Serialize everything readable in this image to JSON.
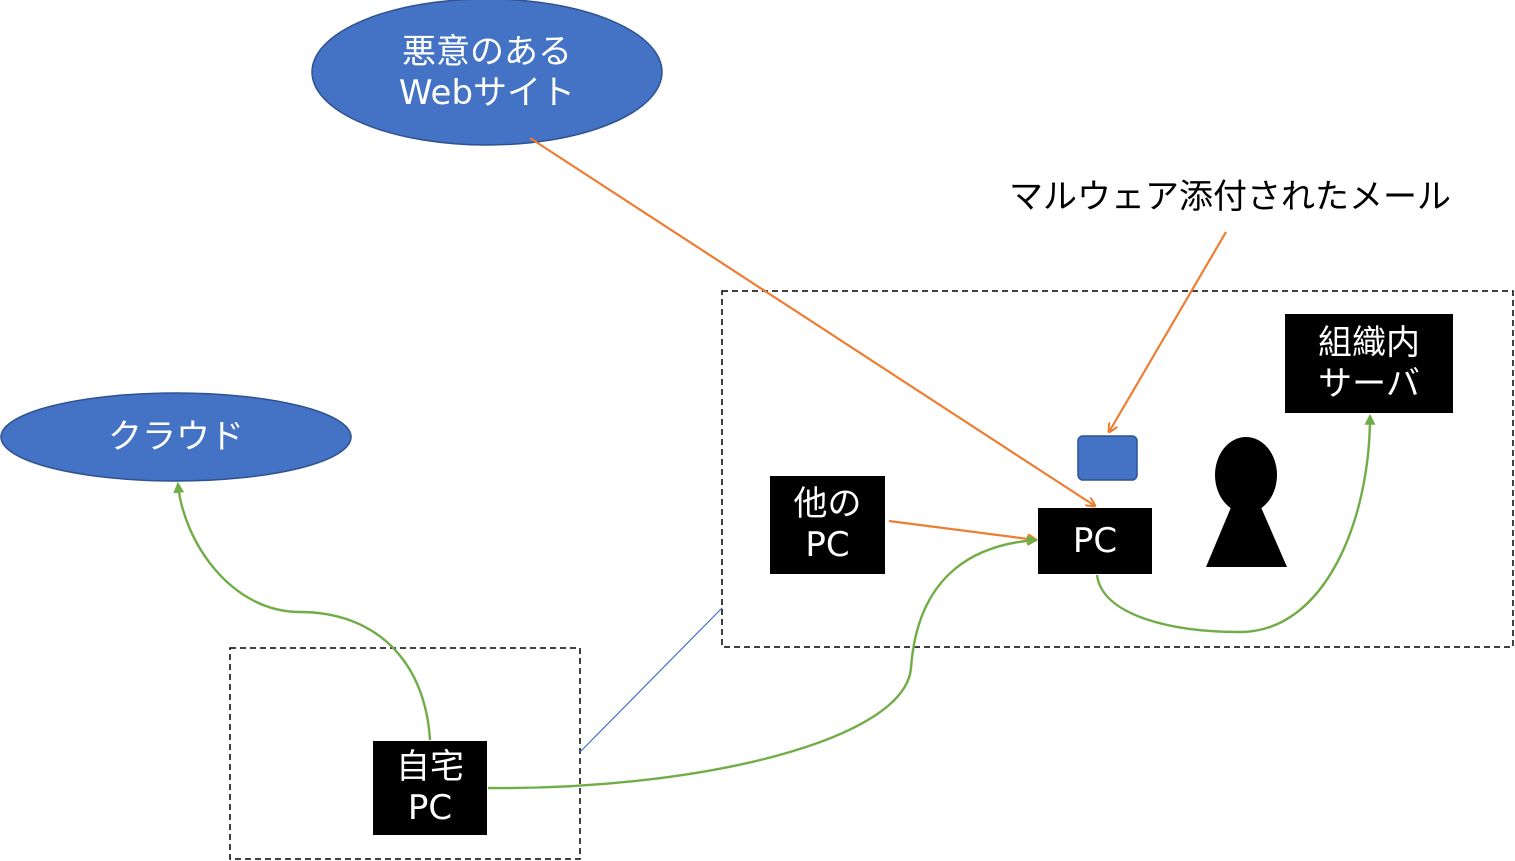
{
  "colors": {
    "ellipse_fill": "#4472C4",
    "ellipse_stroke": "#2F528F",
    "node_fill": "#000000",
    "arrow_orange": "#ED7D31",
    "arrow_green": "#70AD47",
    "connector_blue": "#4472C4",
    "boundary": "#000000"
  },
  "nodes": {
    "malicious_site": {
      "line1": "悪意のある",
      "line2": "Webサイト"
    },
    "cloud": {
      "label": "クラウド"
    },
    "malware_mail": {
      "label": "マルウェア添付されたメール"
    },
    "internal_server": {
      "line1": "組織内",
      "line2": "サーバ"
    },
    "other_pc": {
      "line1": "他の",
      "line2": "PC"
    },
    "target_pc": {
      "label": "PC"
    },
    "home_pc": {
      "line1": "自宅",
      "line2": "PC"
    }
  },
  "icons": {
    "attachment": "mail-attachment-icon",
    "user": "person-icon"
  }
}
